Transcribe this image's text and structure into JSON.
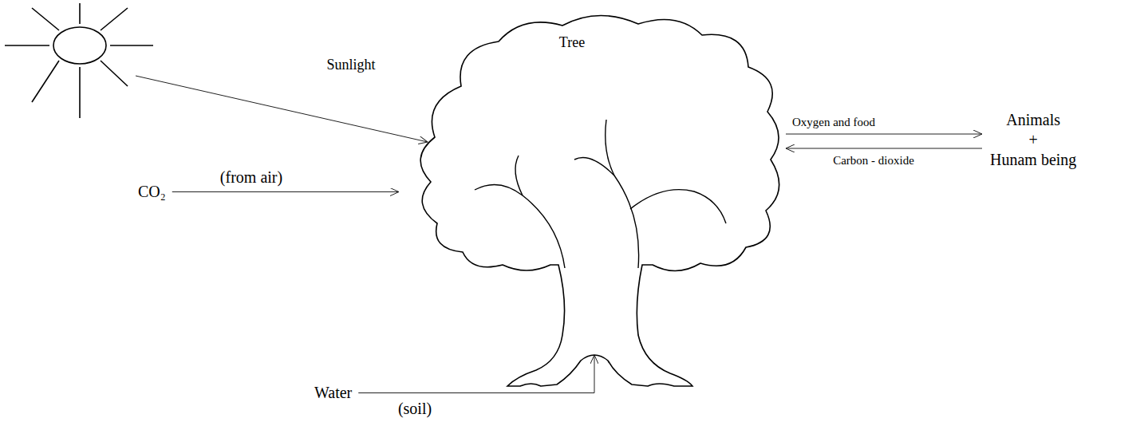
{
  "diagram": {
    "nodes": [
      {
        "text": [
          "Tree"
        ]
      },
      {
        "text": [
          "CO₂"
        ]
      },
      {
        "text": [
          "Water"
        ]
      },
      {
        "text": [
          "Animals",
          "+",
          "Hunam being"
        ]
      }
    ],
    "edges": [
      {
        "from": 1,
        "to": 0,
        "arrow": "to",
        "label": "(from air)"
      },
      {
        "from": 2,
        "to": 0,
        "arrow": "to",
        "label": "(soil)"
      },
      {
        "from": 0,
        "to": 3,
        "arrow": "to",
        "label": "Oxygen and food"
      },
      {
        "from": 3,
        "to": 0,
        "arrow": "to",
        "label": "Carbon - dioxide"
      }
    ],
    "labels": [
      "Sunlight"
    ]
  }
}
